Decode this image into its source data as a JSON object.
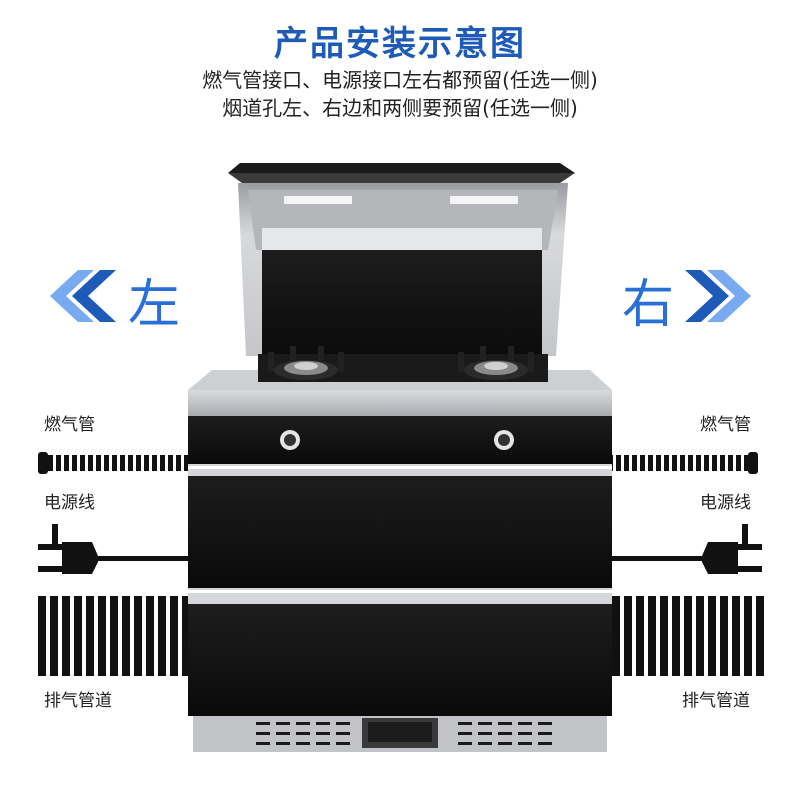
{
  "header": {
    "title": "产品安装示意图",
    "subtitle_line1": "燃气管接口、电源接口左右都预留(任选一侧)",
    "subtitle_line2": "烟道孔左、右边和两侧要预留(任选一侧)"
  },
  "sides": {
    "left": "左",
    "right": "右"
  },
  "labels": {
    "gas_left": "燃气管",
    "gas_right": "燃气管",
    "power_left": "电源线",
    "power_right": "电源线",
    "exhaust_left": "排气管道",
    "exhaust_right": "排气管道"
  },
  "icons": {
    "chevron_left": "double-chevron-left-icon",
    "chevron_right": "double-chevron-right-icon",
    "plug": "power-plug-icon"
  },
  "colors": {
    "title": "#1e5ab8",
    "accent": "#2a6fd6",
    "appliance_glass": "#141414",
    "steel": "#b9bcc0"
  }
}
